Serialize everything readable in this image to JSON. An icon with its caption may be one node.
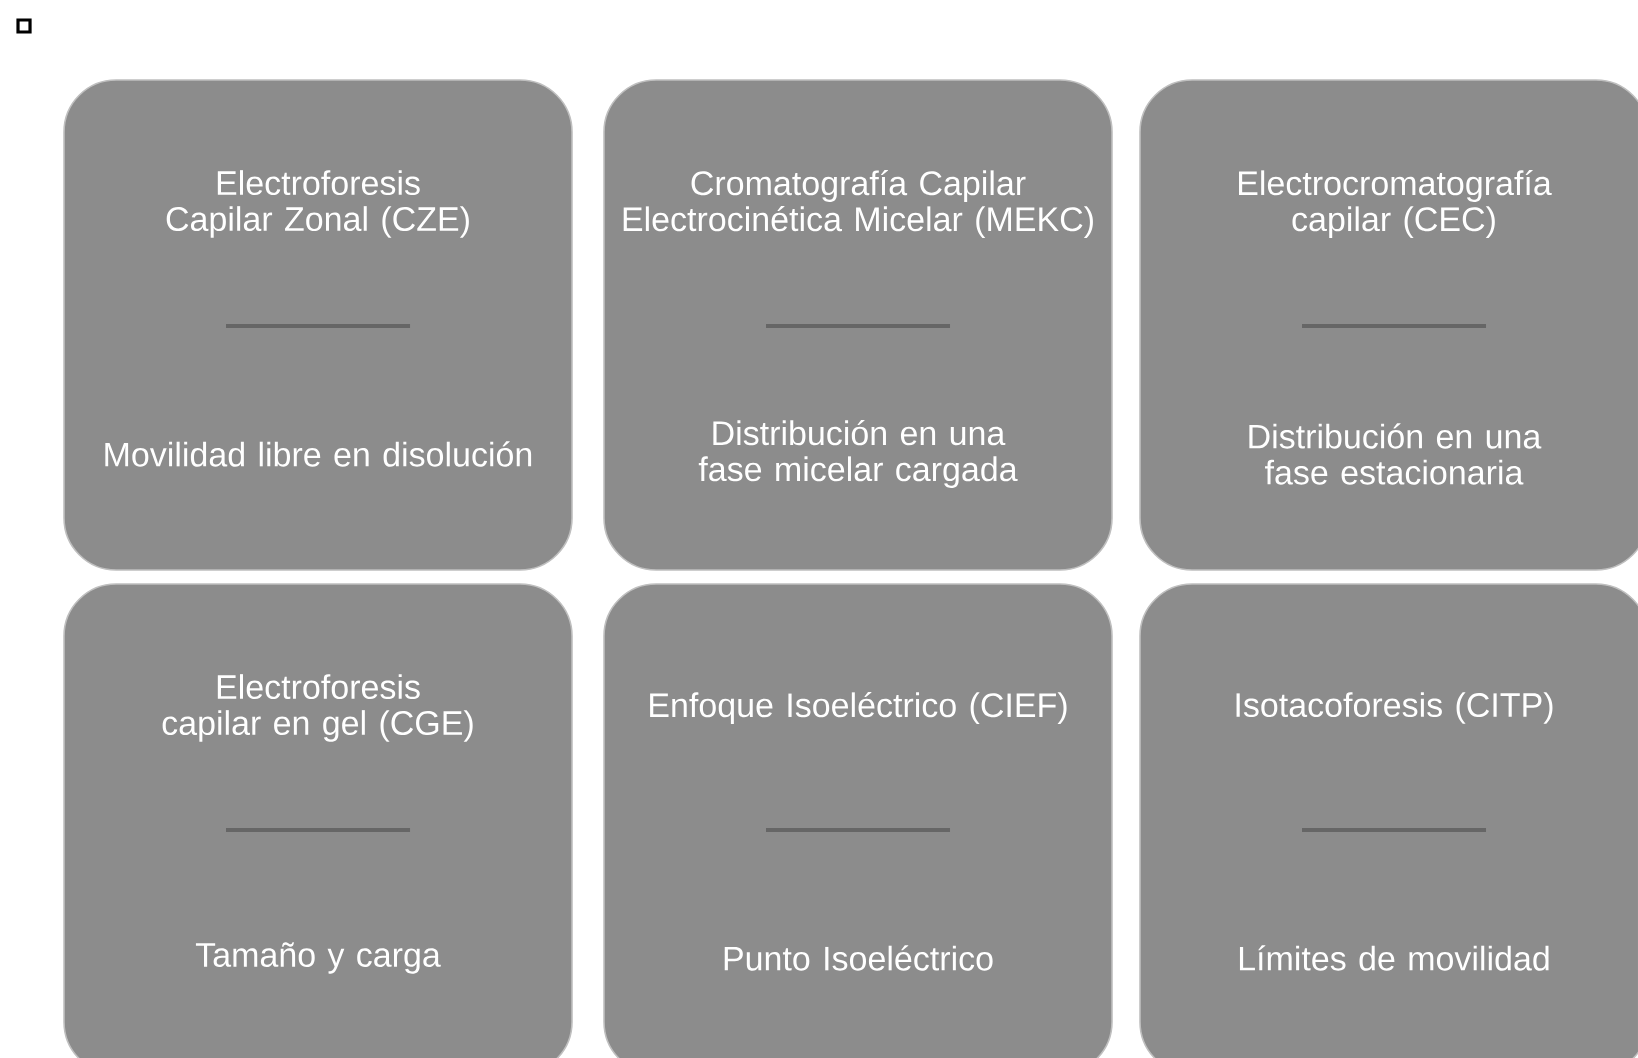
{
  "diagram": {
    "nodes": [
      {
        "text": [
          "Electroforesis Capilar Zonal (CZE)",
          "Movilidad libre en disolución"
        ]
      },
      {
        "text": [
          "Cromatografía Capilar Electrocinética Micelar (MEKC)",
          "Distribución en una fase micelar cargada"
        ]
      },
      {
        "text": [
          "Electrocromatografía capilar (CEC)",
          "Distribución en una fase estacionaria"
        ]
      },
      {
        "text": [
          "Electroforesis capilar en gel (CGE)",
          "Tamaño y carga"
        ]
      },
      {
        "text": [
          "Enfoque Isoeléctrico (CIEF)",
          "Punto Isoeléctrico"
        ]
      },
      {
        "text": [
          "Isotacoforesis (CITP)",
          "Límites de movilidad"
        ]
      }
    ]
  }
}
